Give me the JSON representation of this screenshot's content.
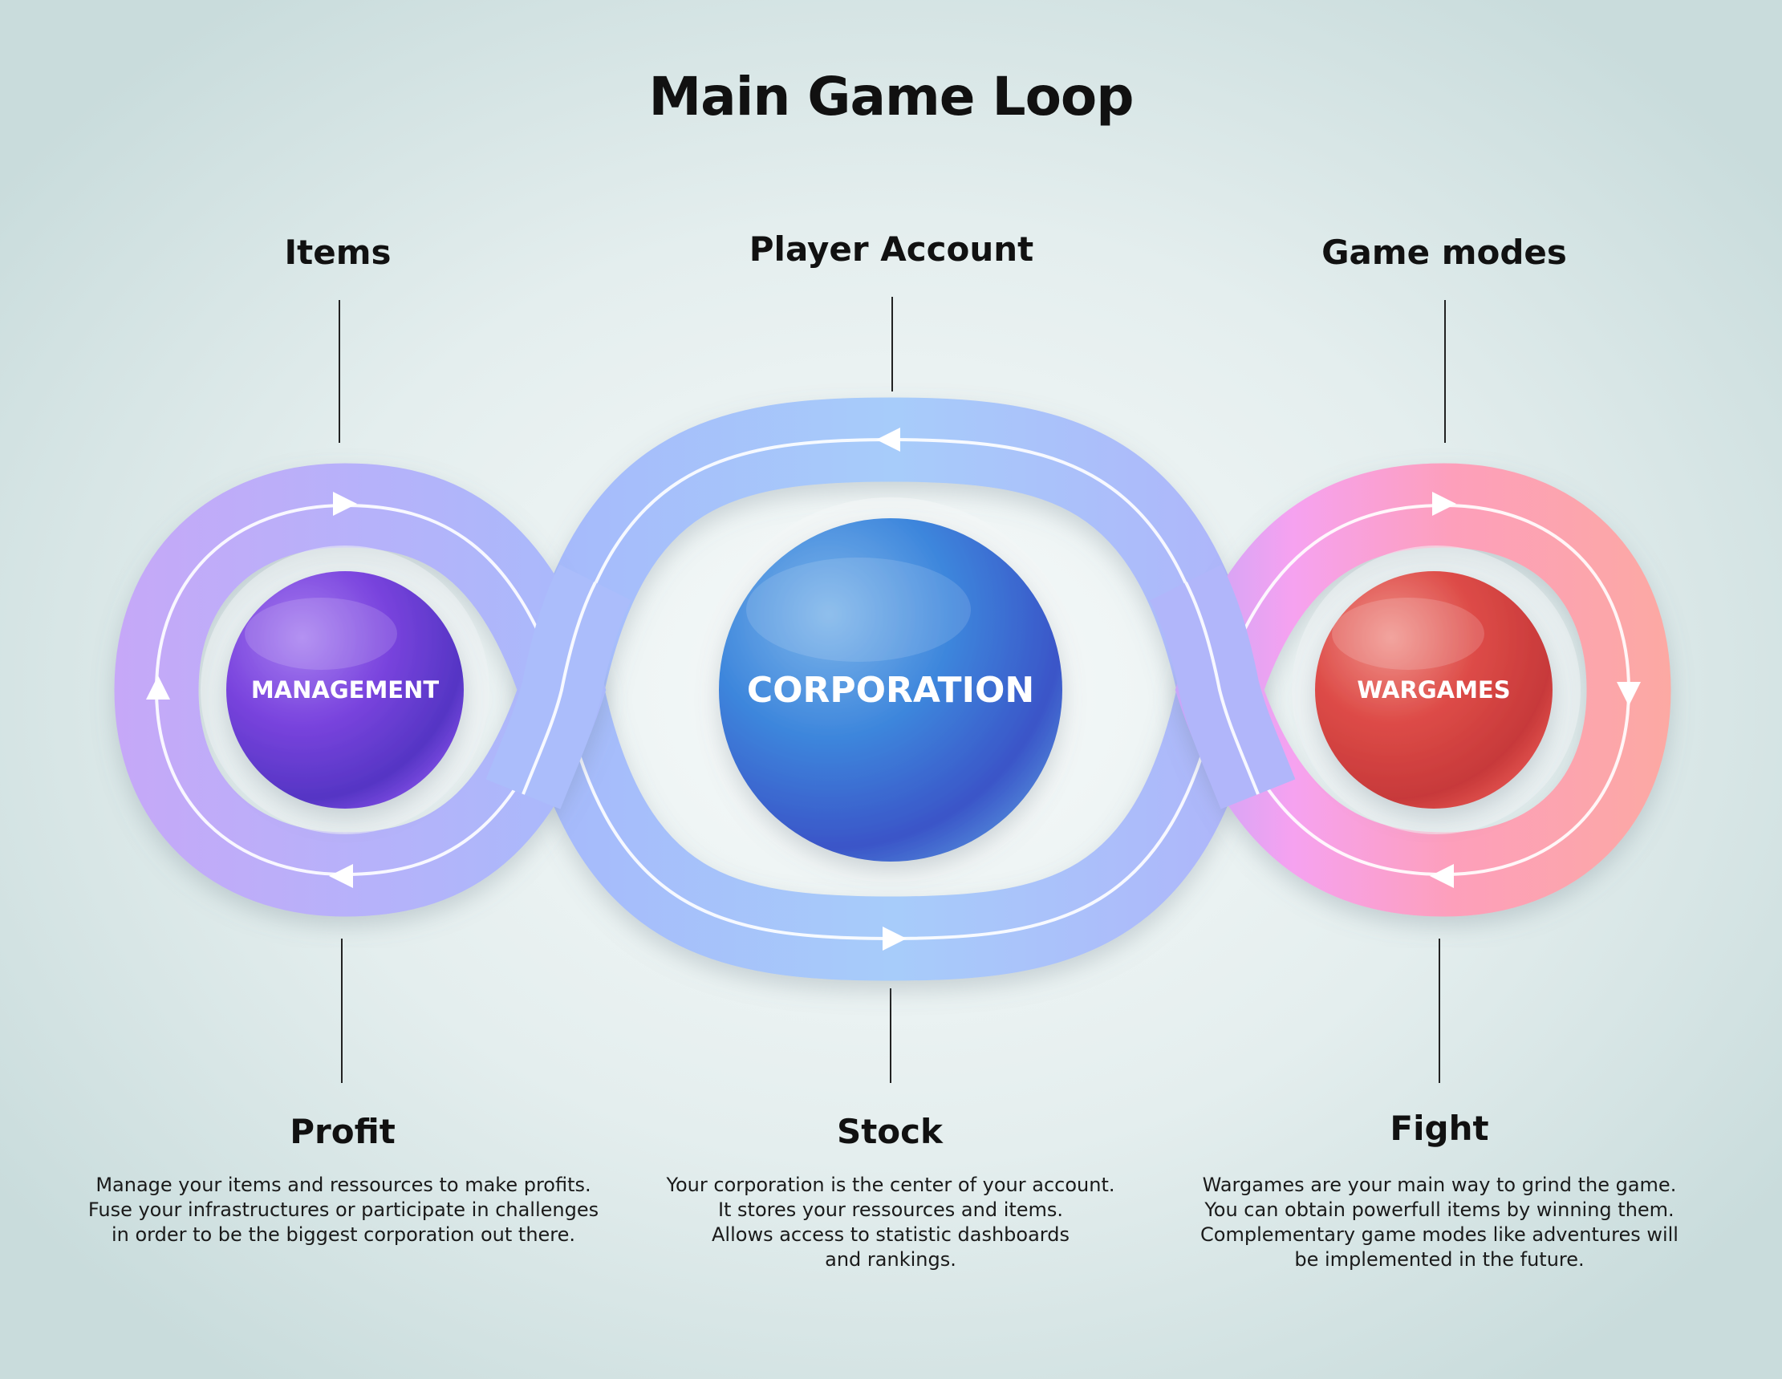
{
  "title": "Main Game Loop",
  "top_labels": {
    "left": "Items",
    "center": "Player Account",
    "right": "Game modes"
  },
  "nodes": {
    "left": "MANAGEMENT",
    "center": "CORPORATION",
    "right": "WARGAMES"
  },
  "bottom": {
    "left": {
      "heading": "Profit",
      "text": "Manage your items and ressources to make profits.\nFuse your infrastructures or participate in challenges\nin order to be the biggest corporation out there."
    },
    "center": {
      "heading": "Stock",
      "text": "Your corporation is the center of your account.\nIt stores your ressources and items.\nAllows access to statistic dashboards\nand rankings."
    },
    "right": {
      "heading": "Fight",
      "text": "Wargames are your main way to grind the game.\nYou can obtain powerfull items by winning them.\nComplementary game modes like adventures will\nbe implemented in the future."
    }
  },
  "colors": {
    "left_loop": "#c2a6f7",
    "center_loop": "#a8c2fb",
    "right_loop": "#fca0b8",
    "management_ball": "#7a3fd6",
    "corporation_ball": "#3f7fd9",
    "wargames_ball": "#d94141"
  }
}
